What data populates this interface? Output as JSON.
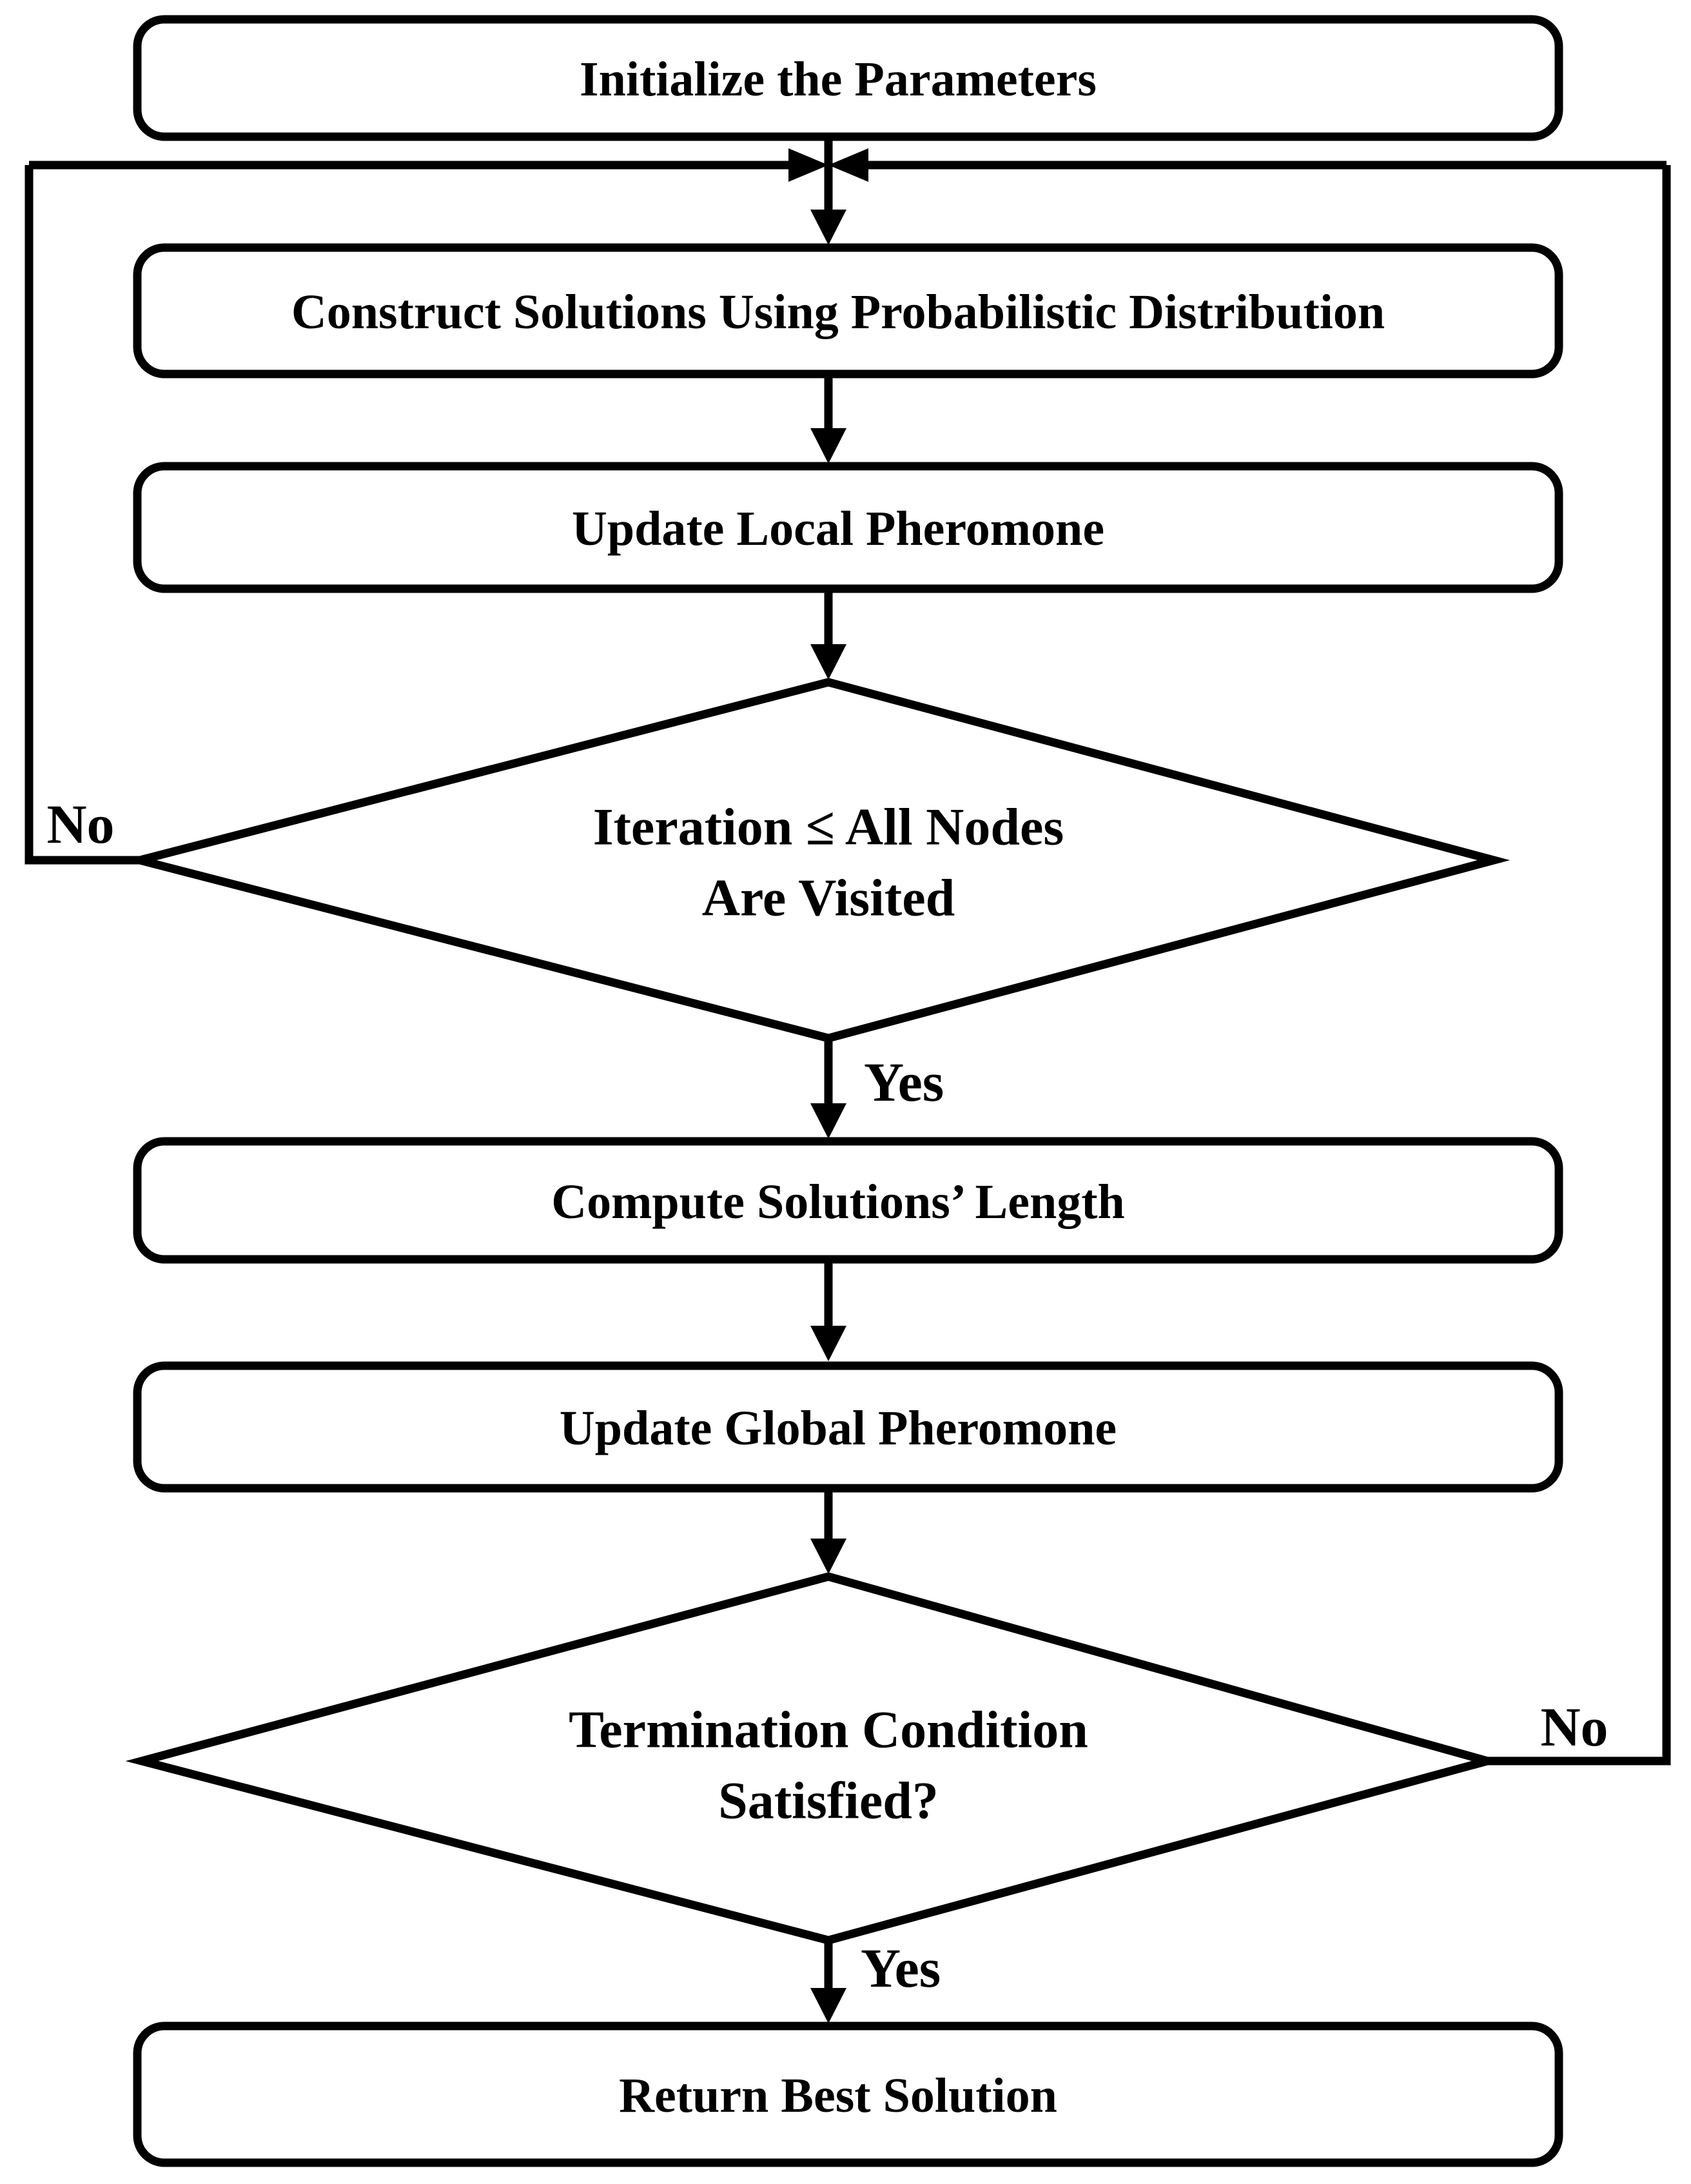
{
  "diagram": {
    "colors": {
      "stroke": "#000000",
      "background": "#ffffff"
    },
    "nodes": {
      "initialize": {
        "label": "Initialize the Parameters"
      },
      "construct": {
        "label": "Construct Solutions Using Probabilistic Distribution"
      },
      "update_local": {
        "label": "Update Local Pheromone"
      },
      "iteration_check": {
        "line1": "Iteration ≤ All Nodes",
        "line2": "Are Visited"
      },
      "compute_length": {
        "label": "Compute Solutions’ Length"
      },
      "update_global": {
        "label": "Update Global Pheromone"
      },
      "termination_check": {
        "line1": "Termination Condition",
        "line2": "Satisfied?"
      },
      "return_best": {
        "label": "Return Best Solution"
      }
    },
    "edge_labels": {
      "iteration_no": "No",
      "iteration_yes": "Yes",
      "termination_no": "No",
      "termination_yes": "Yes"
    }
  }
}
